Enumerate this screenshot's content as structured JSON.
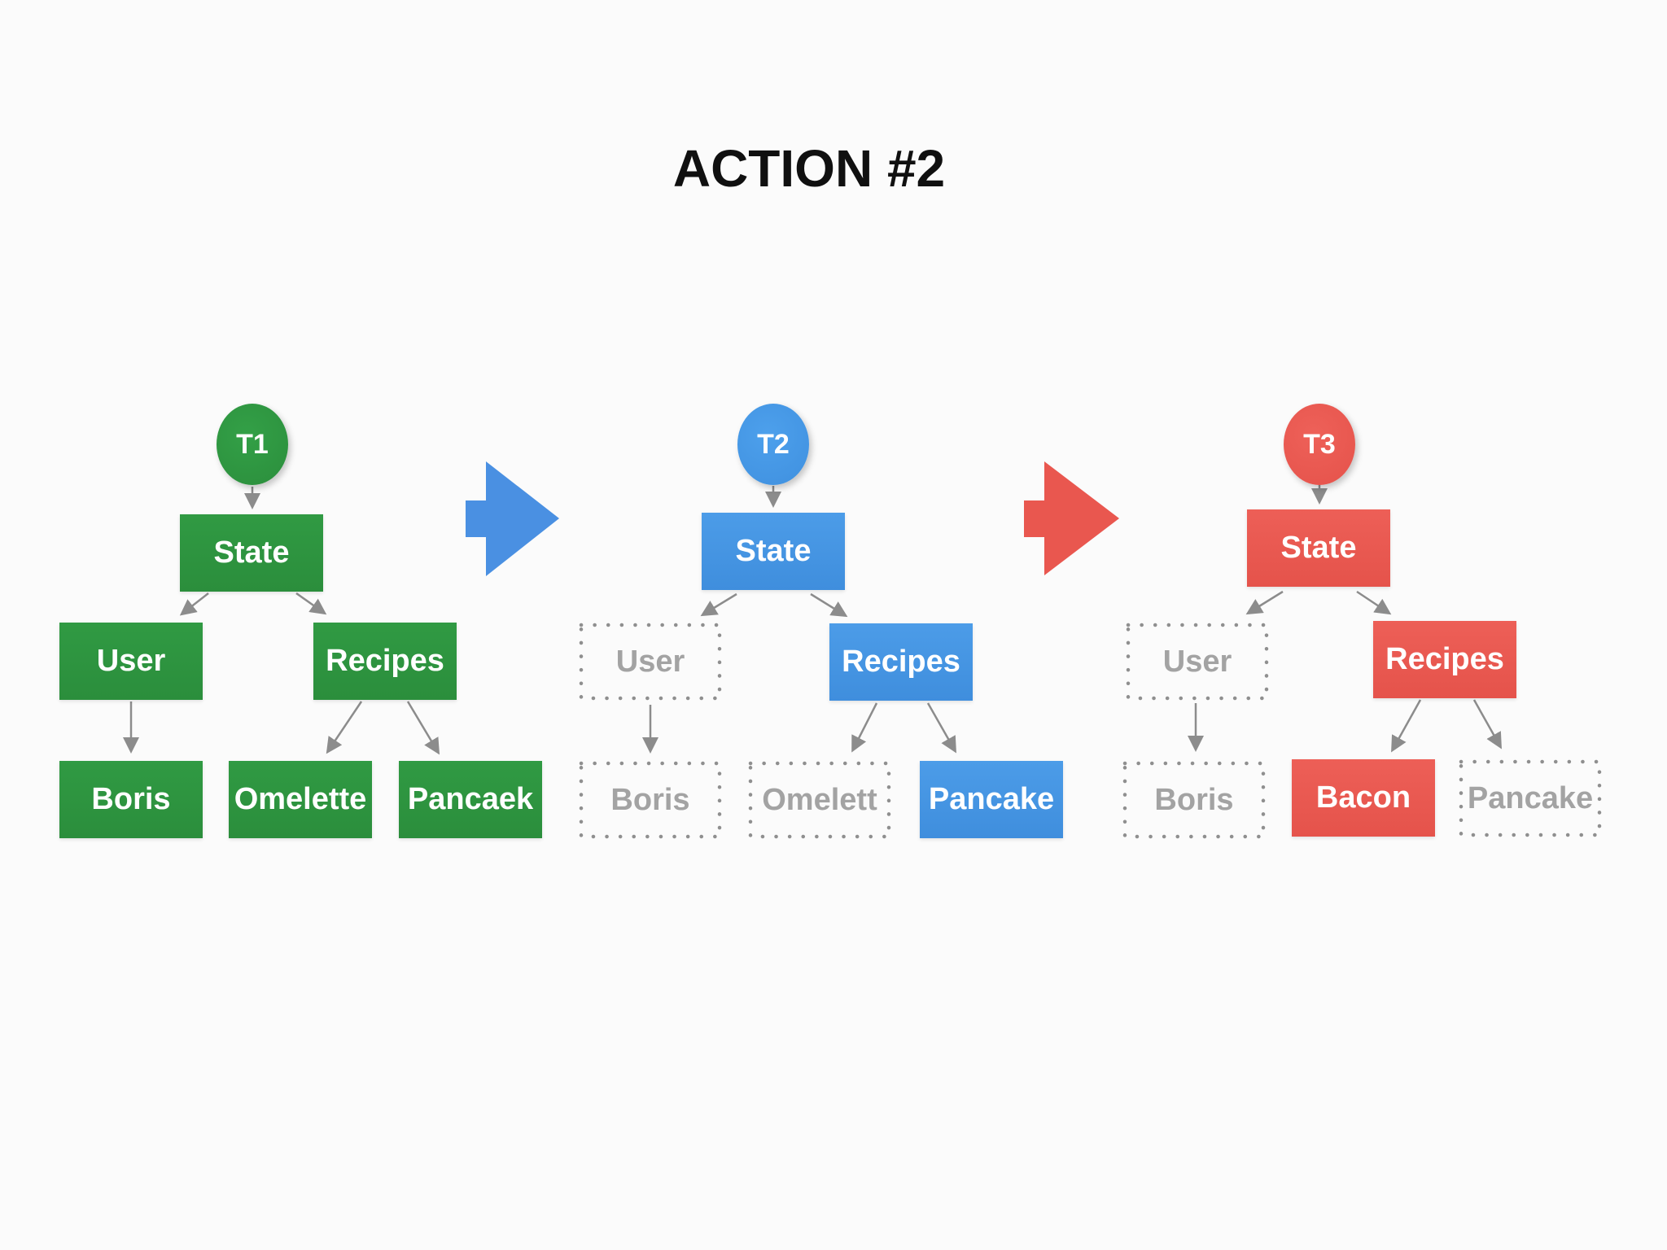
{
  "title": "ACTION #2",
  "colors": {
    "green": "#2f9641",
    "blue": "#4596e3",
    "red": "#e9574f",
    "ghost_border": "#8f8f8f",
    "ghost_text": "#a3a3a3",
    "connector": "#8c8c8c",
    "title_text": "#101010",
    "background": "#fbfbfb"
  },
  "transition_arrows": [
    {
      "name": "t1-to-t2",
      "color": "#4a90e2"
    },
    {
      "name": "t2-to-t3",
      "color": "#e9574f"
    }
  ],
  "trees": [
    {
      "badge": "T1",
      "theme": "green",
      "nodes": {
        "state": "State",
        "user": "User",
        "recipes": "Recipes",
        "leaf1": "Boris",
        "leaf2": "Omelette",
        "leaf3": "Pancaek"
      },
      "ghost_nodes": []
    },
    {
      "badge": "T2",
      "theme": "blue",
      "nodes": {
        "state": "State",
        "user": "User",
        "recipes": "Recipes",
        "leaf1": "Boris",
        "leaf2": "Omelett",
        "leaf3": "Pancake"
      },
      "ghost_nodes": [
        "user",
        "leaf1",
        "leaf2"
      ]
    },
    {
      "badge": "T3",
      "theme": "red",
      "nodes": {
        "state": "State",
        "user": "User",
        "recipes": "Recipes",
        "leaf1": "Boris",
        "leaf2": "Bacon",
        "leaf3": "Pancake"
      },
      "ghost_nodes": [
        "user",
        "leaf1",
        "leaf3"
      ]
    }
  ]
}
